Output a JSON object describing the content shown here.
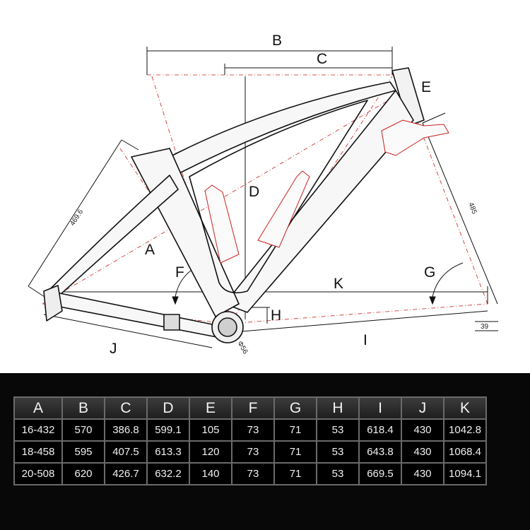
{
  "diagram": {
    "labels": {
      "A": "A",
      "B": "B",
      "C": "C",
      "D": "D",
      "E": "E",
      "F": "F",
      "G": "G",
      "H": "H",
      "I": "I",
      "J": "J",
      "K": "K"
    },
    "dims": {
      "seat_len": "469.6",
      "fork_len": "485",
      "bb_dia": "Φ56",
      "axle_drop": "39"
    }
  },
  "table": {
    "headers": [
      "A",
      "B",
      "C",
      "D",
      "E",
      "F",
      "G",
      "H",
      "I",
      "J",
      "K"
    ],
    "rows": [
      [
        "16-432",
        "570",
        "386.8",
        "599.1",
        "105",
        "73",
        "71",
        "53",
        "618.4",
        "430",
        "1042.8"
      ],
      [
        "18-458",
        "595",
        "407.5",
        "613.3",
        "120",
        "73",
        "71",
        "53",
        "643.8",
        "430",
        "1068.4"
      ],
      [
        "20-508",
        "620",
        "426.7",
        "632.2",
        "140",
        "73",
        "71",
        "53",
        "669.5",
        "430",
        "1094.1"
      ]
    ]
  }
}
